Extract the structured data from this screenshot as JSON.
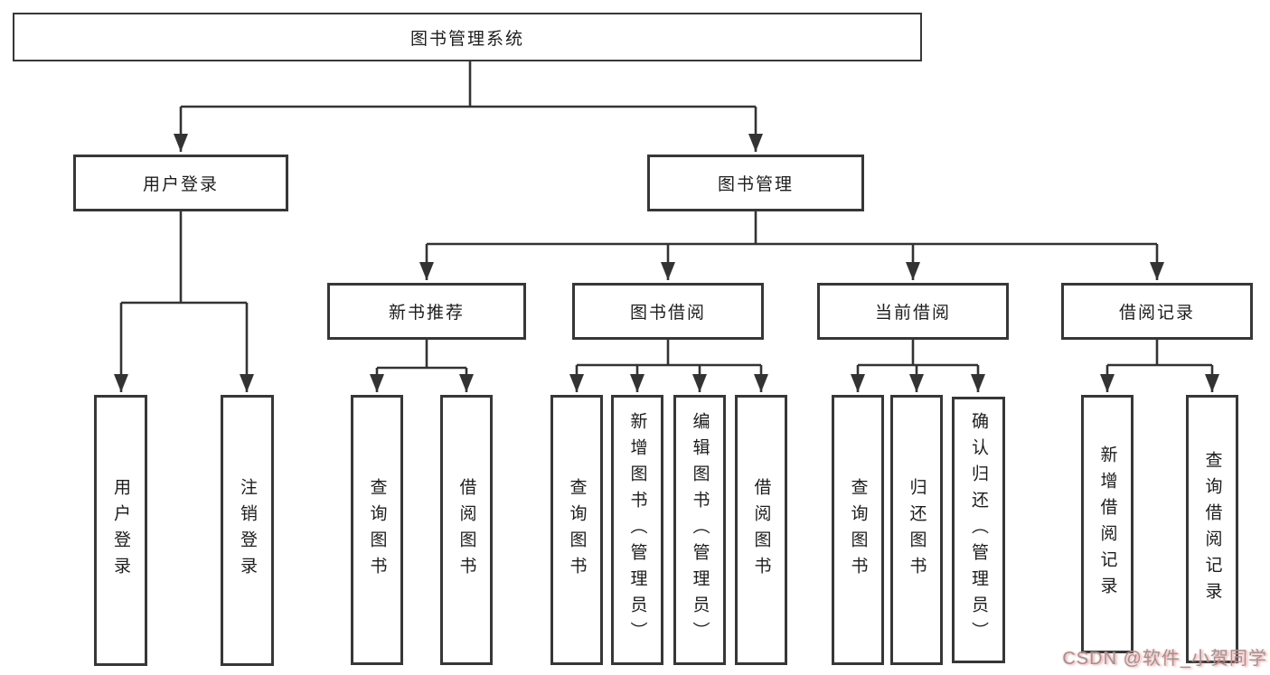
{
  "diagram": {
    "root": {
      "label": "图书管理系统"
    },
    "level2": [
      {
        "label": "用户登录"
      },
      {
        "label": "图书管理"
      }
    ],
    "level3": [
      {
        "label": "新书推荐"
      },
      {
        "label": "图书借阅"
      },
      {
        "label": "当前借阅"
      },
      {
        "label": "借阅记录"
      }
    ],
    "leaves": {
      "user_login": [
        {
          "label": "用户登录"
        },
        {
          "label": "注销登录"
        }
      ],
      "new_book_rec": [
        {
          "label": "查询图书"
        },
        {
          "label": "借阅图书"
        }
      ],
      "book_borrow": [
        {
          "label": "查询图书"
        },
        {
          "label": "新增图书（管理员）"
        },
        {
          "label": "编辑图书（管理员）"
        },
        {
          "label": "借阅图书"
        }
      ],
      "current_borrow": [
        {
          "label": "查询图书"
        },
        {
          "label": "归还图书"
        },
        {
          "label": "确认归还（管理员）"
        }
      ],
      "borrow_records": [
        {
          "label": "新增借阅记录"
        },
        {
          "label": "查询借阅记录"
        }
      ]
    },
    "line_color": "#333333",
    "watermark": "CSDN @软件_小贺同学"
  }
}
